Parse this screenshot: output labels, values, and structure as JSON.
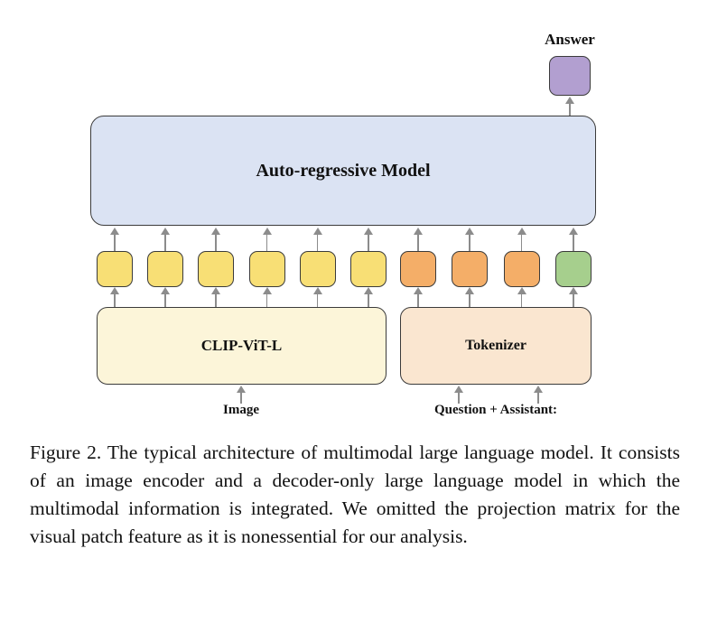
{
  "figure": {
    "answer_label": "Answer",
    "answer_box_fill": "#b29fd0",
    "model": {
      "label": "Auto-regressive Model",
      "fill": "#dbe3f3"
    },
    "image_encoder": {
      "label": "CLIP-ViT-L",
      "fill": "#fcf5d9"
    },
    "tokenizer": {
      "label": "Tokenizer",
      "fill": "#fae6d0"
    },
    "inputs": {
      "image_label": "Image",
      "text_label": "Question + Assistant:"
    },
    "visual_tokens": [
      {
        "name": "visual-patch-token",
        "color": "#f8df75"
      },
      {
        "name": "visual-patch-token",
        "color": "#f8df75"
      },
      {
        "name": "visual-patch-token",
        "color": "#f8df75"
      },
      {
        "name": "visual-patch-token",
        "color": "#f8df75"
      },
      {
        "name": "visual-patch-token",
        "color": "#f8df75"
      },
      {
        "name": "visual-patch-token",
        "color": "#f8df75"
      }
    ],
    "text_tokens": [
      {
        "name": "text-token",
        "color": "#f4ae68"
      },
      {
        "name": "text-token",
        "color": "#f4ae68"
      },
      {
        "name": "text-token",
        "color": "#f4ae68"
      },
      {
        "name": "last-input-token",
        "color": "#a6cf8d"
      }
    ],
    "arrow_color": "#8c8c8c",
    "border_color": "#3b3b3b"
  },
  "caption": {
    "text": "Figure 2. The typical architecture of multimodal large language model. It consists of an image encoder and a decoder-only large language model in which the multimodal information is integrated. We omitted the projection matrix for the visual patch feature as it is nonessential for our analysis."
  }
}
